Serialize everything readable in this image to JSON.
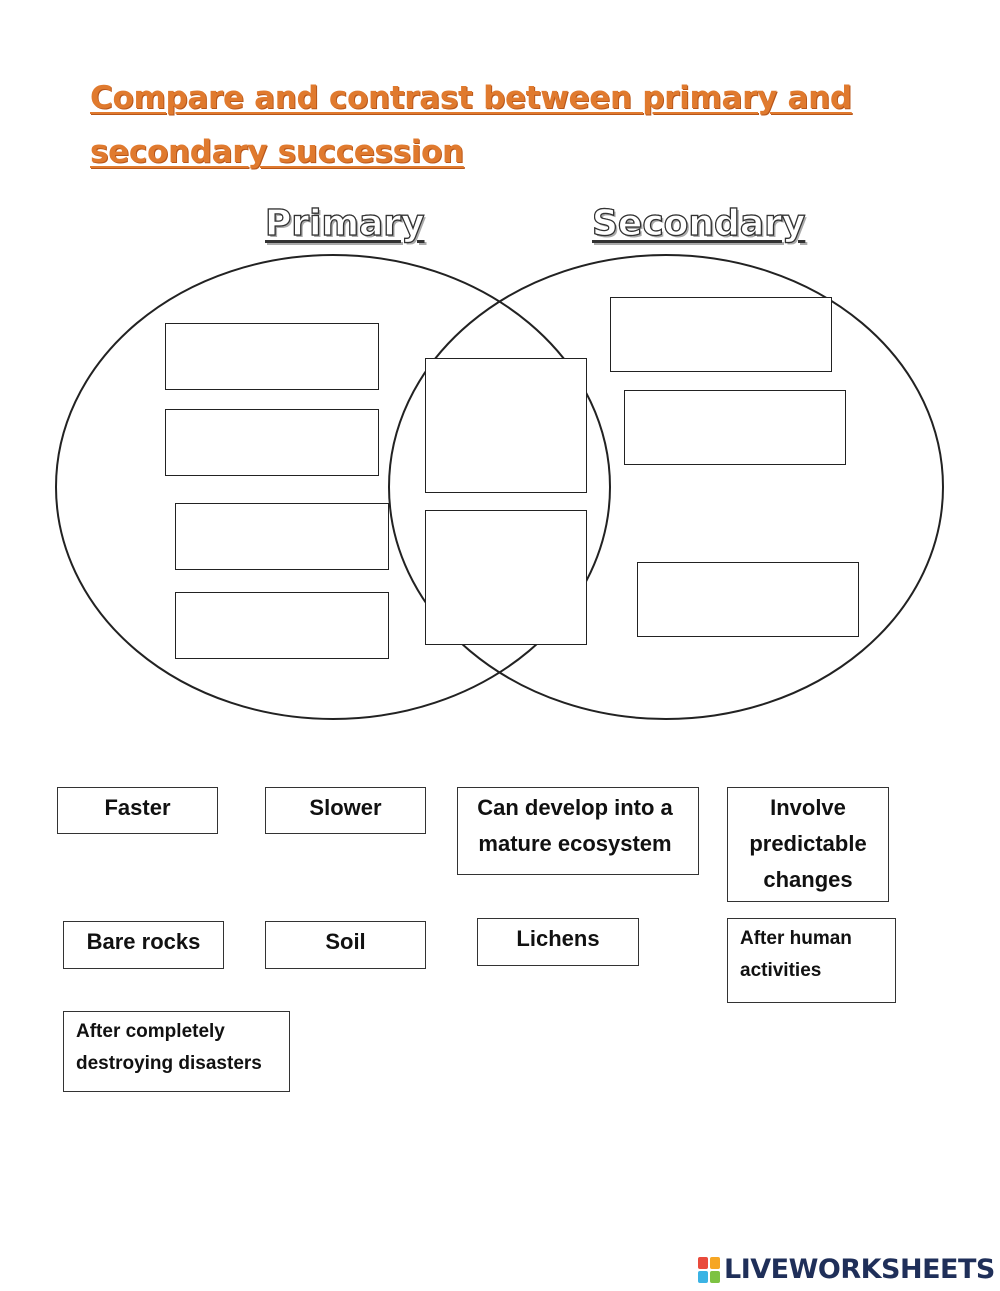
{
  "title": {
    "line1": "Compare and contrast between primary and",
    "line2": "secondary succession"
  },
  "venn": {
    "left_label": "Primary",
    "right_label": "Secondary"
  },
  "cards": [
    "Faster",
    "Slower",
    "Can develop into a mature ecosystem",
    "Involve predictable changes",
    "Bare rocks",
    "Soil",
    "Lichens",
    "After human activities",
    "After completely destroying disasters"
  ],
  "brand": {
    "name": "LIVEWORKSHEETS",
    "mark_colors": [
      "#e94b3c",
      "#f6a623",
      "#3bb3e4",
      "#7dc242"
    ]
  },
  "colors": {
    "title": "#e07a2e",
    "brand_text": "#1f2f59"
  }
}
